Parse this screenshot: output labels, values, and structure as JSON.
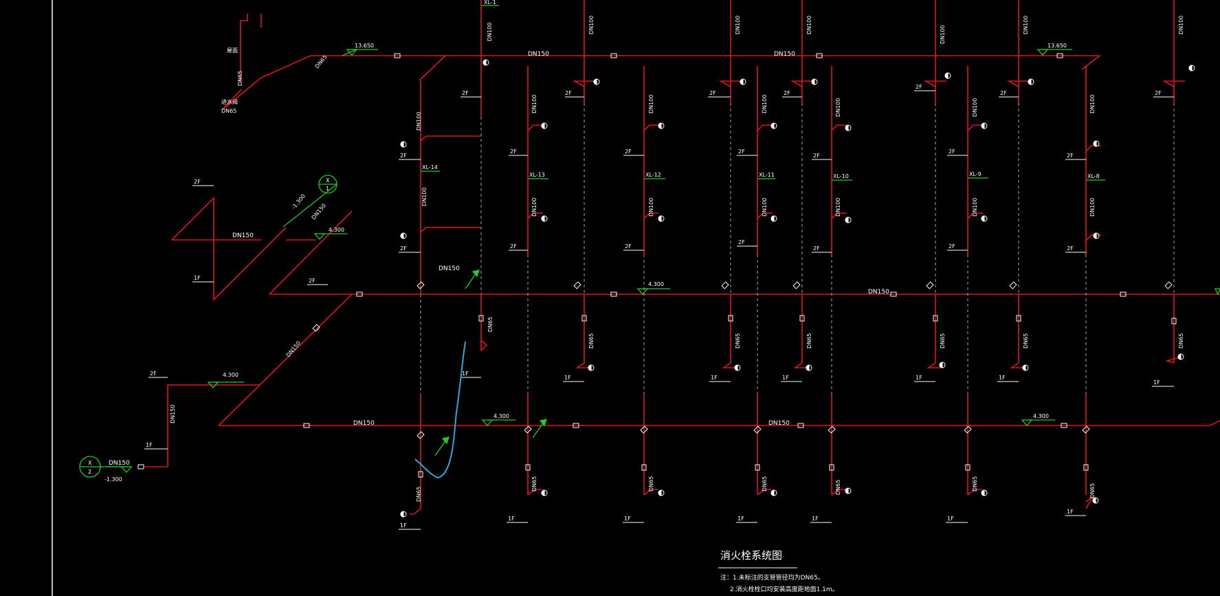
{
  "drawing": {
    "title": "消火栓系统图",
    "notes": [
      "注：1.未标注的支管管径均为DN65。",
      "2.消火栓栓口均安装高度距地面1.1m。"
    ],
    "colors": {
      "background": "#000000",
      "pipe": "#e0141e",
      "text": "#ffffff",
      "elevation": "#22cc22",
      "markup": "#2aa8e6",
      "riser_dash": "#aaaaaa",
      "frame": "#ffffff"
    },
    "labels": {
      "dn150": "DN150",
      "dn100": "DN100",
      "dn65": "DN65",
      "f1": "1F",
      "f2": "2F",
      "elev_top": "13.650",
      "elev_mid": "4.300",
      "elev_low": "-1.300",
      "elev_neg": "-1.300",
      "ref_x": "X",
      "ref_1": "1",
      "ref_2": "2",
      "inlet": "进水阀",
      "inlet_dn": "DN65",
      "floor_label": "屋面"
    },
    "risers": [
      "XL-1",
      "XL-14",
      "XL-13",
      "XL-12",
      "XL-11",
      "XL-10",
      "XL-9",
      "XL-8"
    ]
  }
}
